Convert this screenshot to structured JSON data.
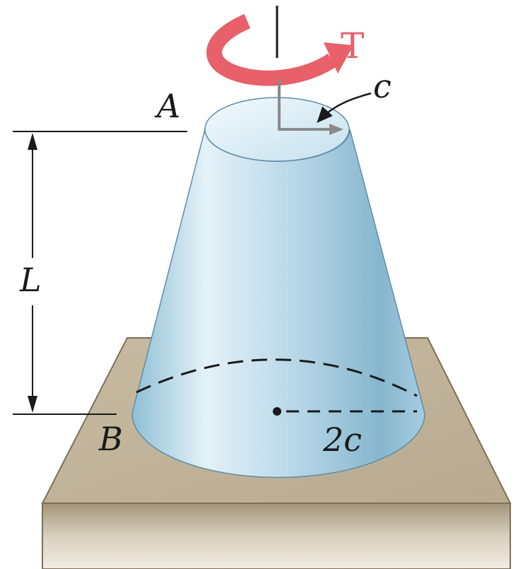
{
  "labels": {
    "torque": "T",
    "top_end": "A",
    "bottom_end": "B",
    "length": "L",
    "top_radius": "c",
    "bottom_radius": "2c"
  },
  "colors": {
    "cone_light": "#e4f1f8",
    "cone_mid": "#b5d6e6",
    "cone_dark": "#7fb0c9",
    "torque_arrow": "#e8606a",
    "base_top": "#cbbfa8",
    "base_front": "#a89a80",
    "line": "#1a1a1a"
  }
}
